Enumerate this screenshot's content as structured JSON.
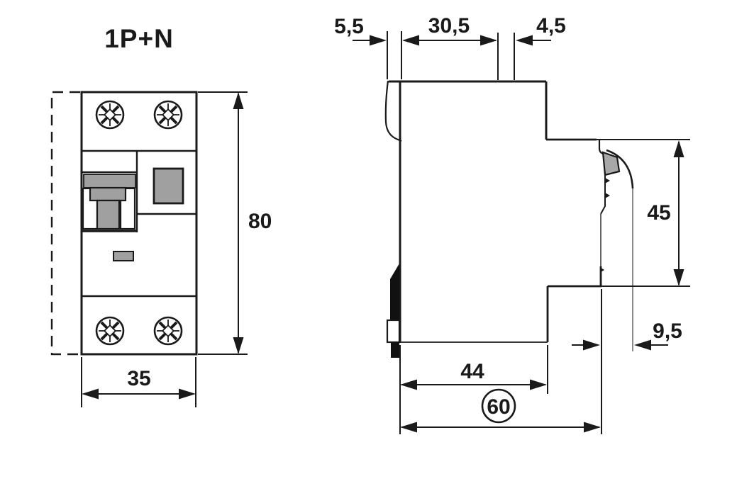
{
  "drawing": {
    "title": "1P+N",
    "colors": {
      "background": "#ffffff",
      "outline": "#1a1a1a",
      "component_gray": "#a0a0a0",
      "hidden_edge_gray": "#777777"
    },
    "dimensions": {
      "front_height": "80",
      "front_width": "35",
      "top_clip_protrusion": "5,5",
      "top_depth_mid": "30,5",
      "top_depth_offset": "4,5",
      "side_upper_height": "45",
      "side_terminal_step": "9,5",
      "side_lower_depth": "44",
      "side_total_depth": "60"
    }
  }
}
